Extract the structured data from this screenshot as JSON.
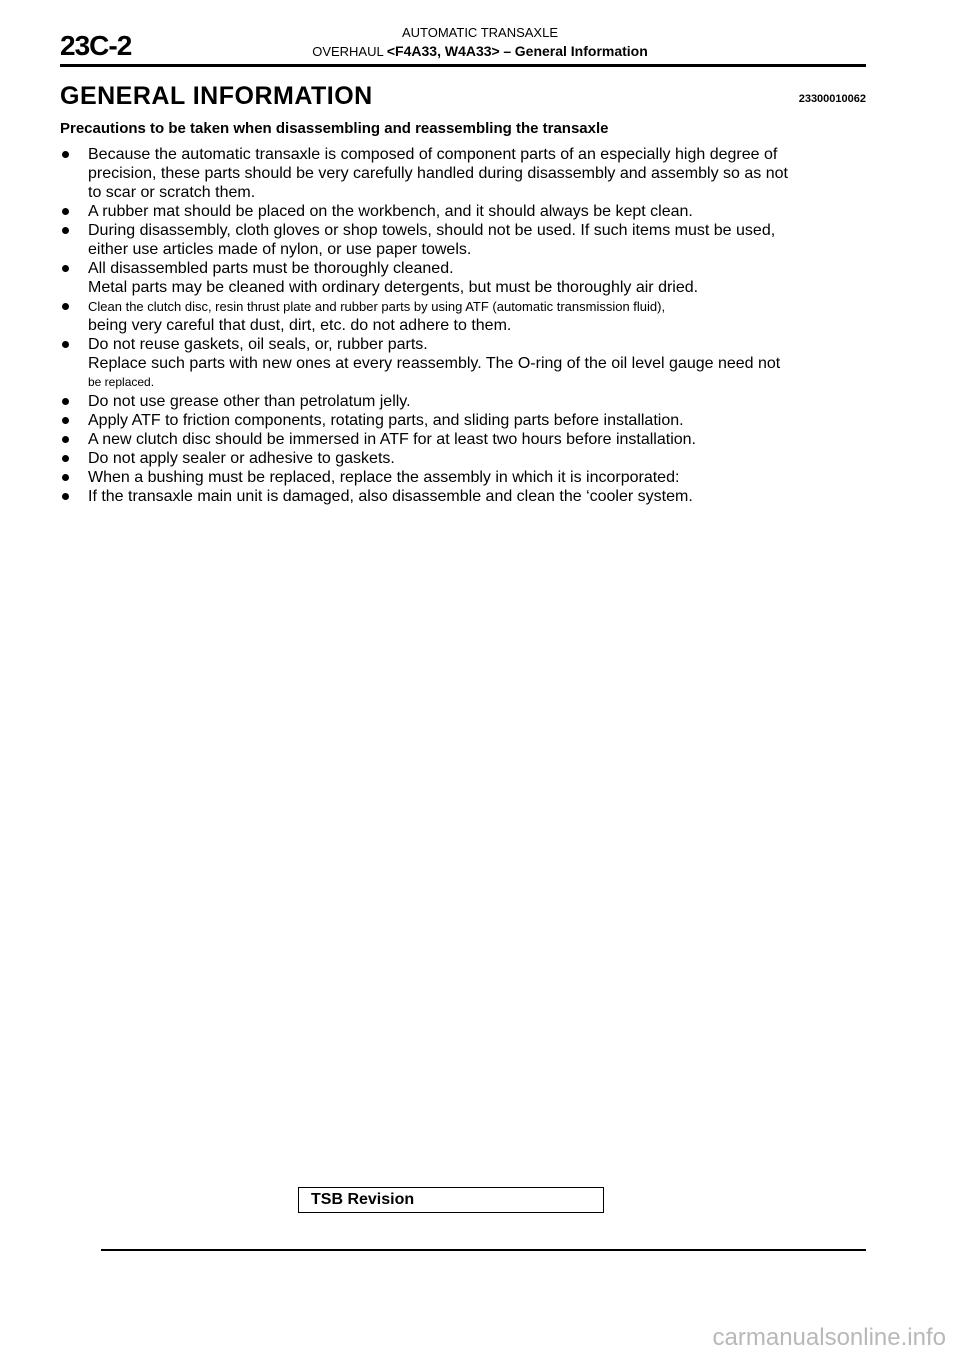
{
  "header": {
    "page_number": "23C-2",
    "chapter": "AUTOMATIC TRANSAXLE",
    "section_prefix": "OVERHAUL",
    "section_models": "<F4A33, W4A33>",
    "section_dash": "–",
    "section_name": "General Information"
  },
  "title": "GENERAL INFORMATION",
  "ref_code": "23300010062",
  "subheading": "Precautions to be taken when disassembling and reassembling the transaxle",
  "items": [
    {
      "lines": [
        "Because the automatic transaxle is composed of component parts of an especially high degree of",
        "precision, these parts should be very carefully handled during disassembly and assembly so as not",
        "to scar or scratch them."
      ]
    },
    {
      "lines": [
        "A rubber mat should be placed on the workbench, and it should always be kept clean."
      ]
    },
    {
      "lines": [
        "During disassembly, cloth gloves or shop towels, should not be used. If such items must be used,",
        "either use articles made of nylon, or use paper towels."
      ]
    },
    {
      "lines": [
        "All disassembled parts must be thoroughly cleaned.",
        "Metal parts may be cleaned with ordinary detergents, but must be thoroughly air dried."
      ]
    },
    {
      "lines": [
        "Clean the clutch disc, resin thrust plate and rubber parts by using ATF (automatic transmission fluid),",
        "being very careful that dust, dirt, etc. do not adhere to them."
      ]
    },
    {
      "lines": [
        "Do not reuse gaskets, oil seals, or, rubber parts.",
        "Replace such parts with new ones at every reassembly. The O-ring of the oil level gauge need not",
        "be replaced."
      ]
    },
    {
      "lines": [
        "Do not use grease other than petrolatum jelly."
      ]
    },
    {
      "lines": [
        "Apply ATF to friction components, rotating parts, and sliding parts before installation."
      ]
    },
    {
      "lines": [
        "A new clutch disc should be immersed in ATF for at least two hours before installation."
      ]
    },
    {
      "lines": [
        "Do not apply sealer or adhesive to gaskets."
      ]
    },
    {
      "lines": [
        "When a bushing must be replaced, replace the assembly in which it is incorporated:"
      ]
    },
    {
      "lines": [
        "If the transaxle main unit is damaged, also disassemble and clean the ‘cooler system."
      ]
    }
  ],
  "footer": {
    "tsb_revision": "TSB Revision"
  },
  "watermark": "carmanualsonline.info"
}
